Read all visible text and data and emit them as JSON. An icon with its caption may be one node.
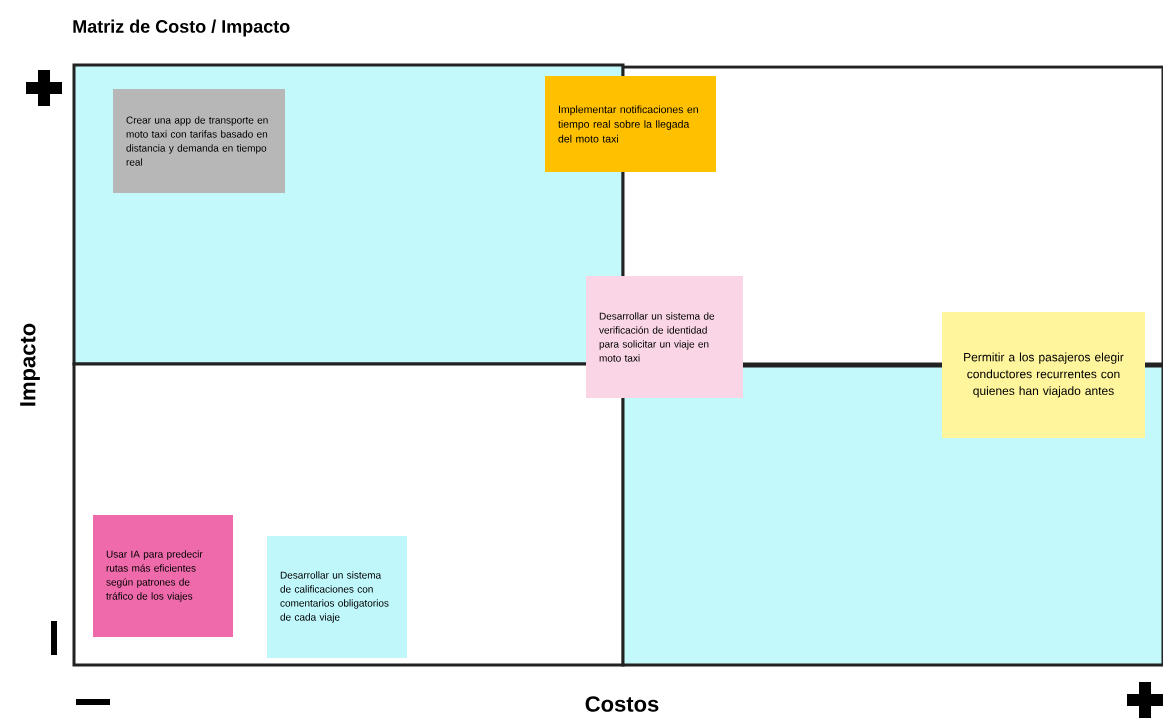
{
  "diagram": {
    "title": "Matriz de Costo / Impacto",
    "nodes": [
      {
        "text": [
          "Crear una app de transporte en moto taxi con tarifas basado en distancia y demanda en tiempo real"
        ]
      },
      {
        "text": [
          "Implementar notificaciones en tiempo real sobre la llegada del moto taxi"
        ]
      },
      {
        "text": [
          "Desarrollar un sistema de verificación de identidad para solicitar un viaje en moto taxi"
        ]
      },
      {
        "text": [
          "Permitir a los pasajeros elegir conductores recurrentes con quienes han viajado antes"
        ]
      },
      {
        "text": [
          "Usar IA para predecir rutas más eficientes según patrones de tráfico de los viajes"
        ]
      },
      {
        "text": [
          "Desarrollar un sistema de calificaciones con comentarios obligatorios de cada viaje"
        ]
      }
    ],
    "labels": [
      "Impacto",
      "Costos"
    ]
  }
}
